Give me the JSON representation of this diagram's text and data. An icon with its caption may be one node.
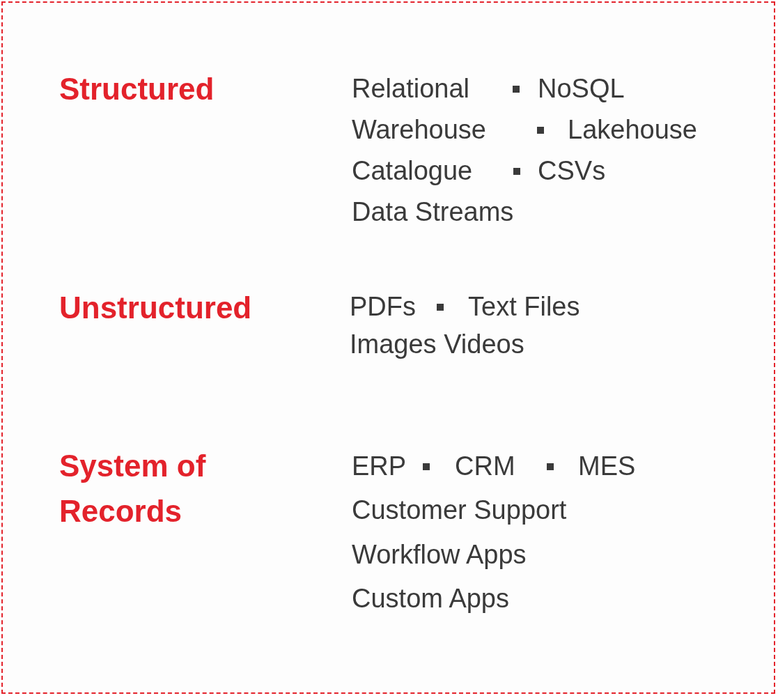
{
  "diagram": {
    "labels": [
      "Structured",
      "Relational",
      "NoSQL",
      "Warehouse",
      "Lakehouse",
      "Catalogue",
      "CSVs",
      "Data Streams",
      "Unstructured",
      "PDFs",
      "Text Files",
      "Images Videos",
      "System of Records",
      "ERP",
      "CRM",
      "MES",
      "Customer Support",
      "Workflow Apps",
      "Custom Apps"
    ]
  }
}
